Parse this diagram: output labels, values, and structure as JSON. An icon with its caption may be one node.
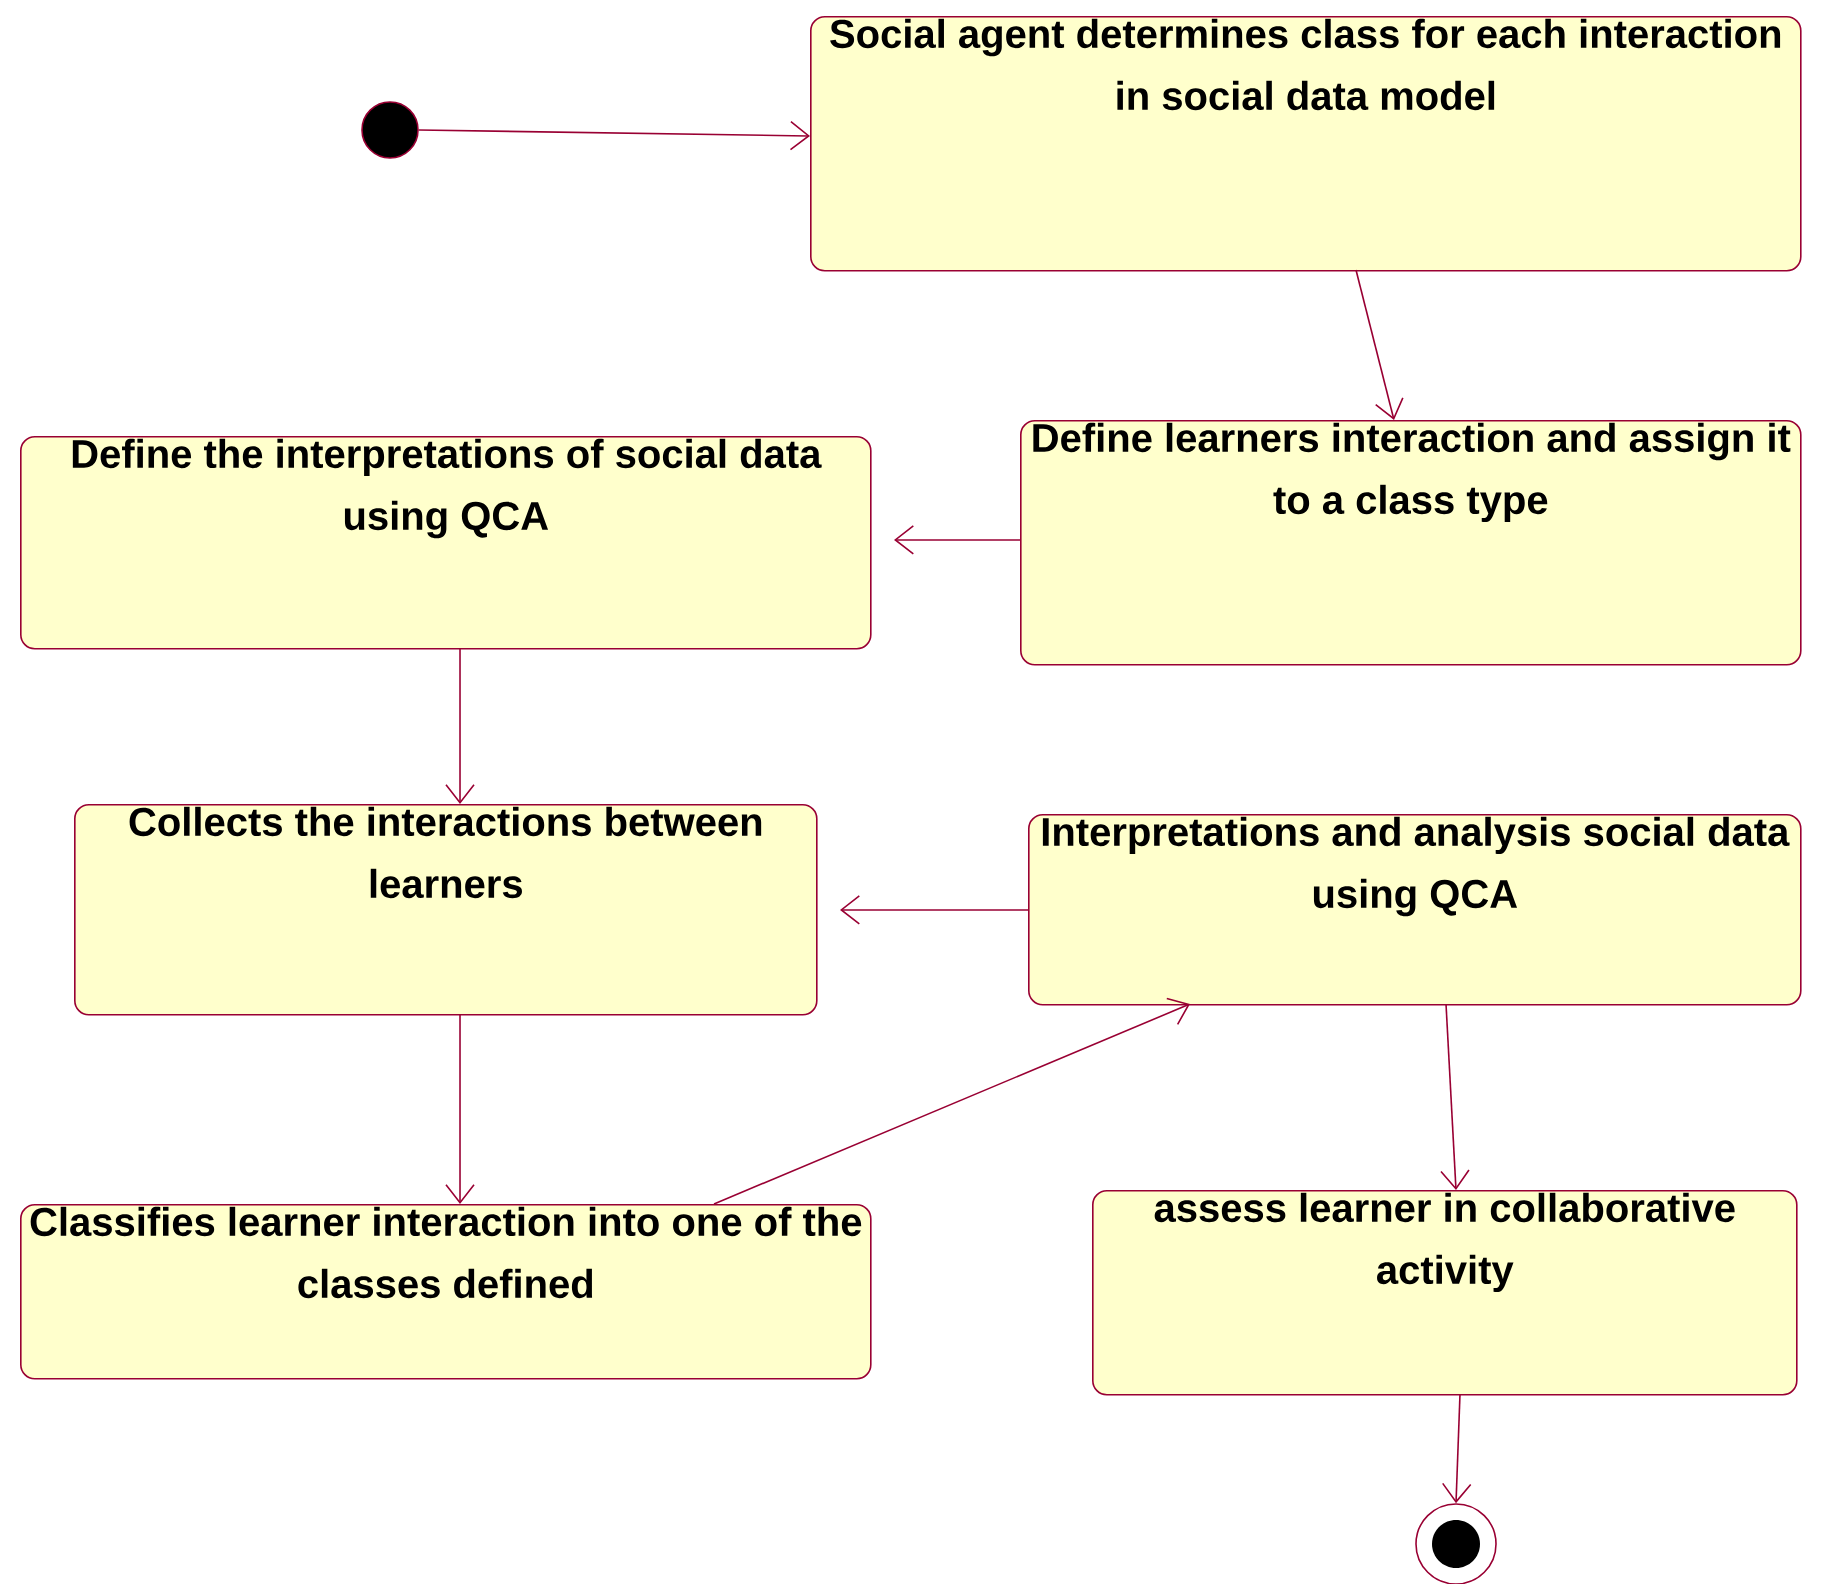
{
  "diagram": {
    "nodes": [
      {
        "text": [],
        "shape": "circle"
      },
      {
        "text": [
          "Social agent determines class for each interaction in social data model"
        ]
      },
      {
        "text": [
          "Define learners interaction and assign it to a class type"
        ]
      },
      {
        "text": [
          "Define the interpretations of social data using QCA"
        ]
      },
      {
        "text": [
          "Collects the interactions between learners"
        ]
      },
      {
        "text": [
          "Interpretations and analysis social data using QCA"
        ]
      },
      {
        "text": [
          "Classifies learner interaction into one of the classes defined"
        ]
      },
      {
        "text": [
          "assess learner in collaborative activity"
        ]
      },
      {
        "text": [],
        "shape": "bullseye"
      }
    ],
    "edges": [
      {
        "from": 0,
        "to": 1,
        "arrow": "to"
      },
      {
        "from": 1,
        "to": 2,
        "arrow": "to"
      },
      {
        "from": 2,
        "to": 3,
        "arrow": "to"
      },
      {
        "from": 3,
        "to": 4,
        "arrow": "to"
      },
      {
        "from": 5,
        "to": 4,
        "arrow": "to"
      },
      {
        "from": 4,
        "to": 6,
        "arrow": "to"
      },
      {
        "from": 6,
        "to": 5,
        "arrow": "to"
      },
      {
        "from": 5,
        "to": 7,
        "arrow": "to"
      },
      {
        "from": 7,
        "to": 8,
        "arrow": "to"
      }
    ]
  }
}
